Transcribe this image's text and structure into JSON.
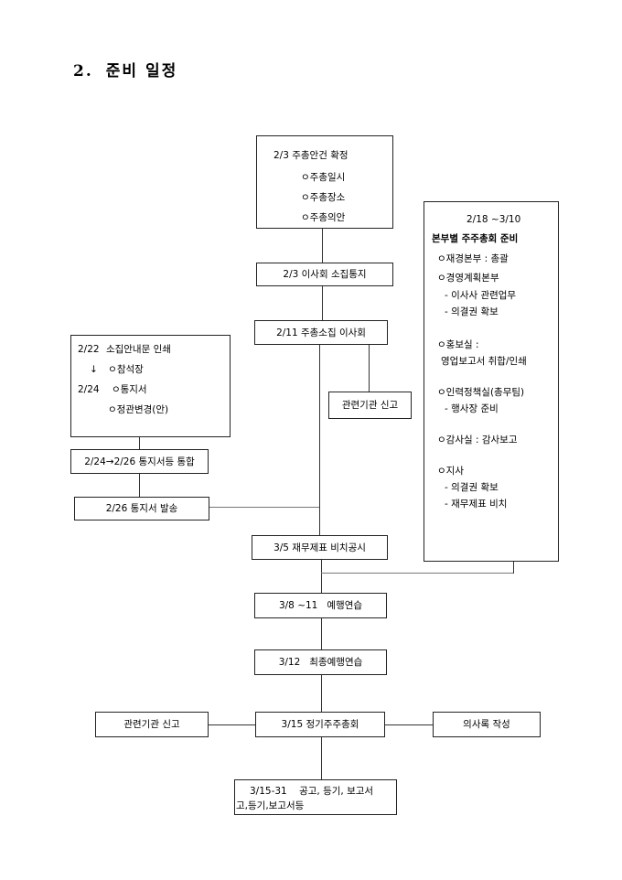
{
  "title": {
    "number": "2.",
    "text": "준비 일정"
  },
  "agenda_box": {
    "heading": "2/3  주총안건 확정",
    "items": [
      "ㅇ주총일시",
      "ㅇ주총장소",
      "ㅇ주총의안"
    ]
  },
  "board_notice": "2/3 이사회 소집통지",
  "board_meeting": "2/11 주총소집 이사회",
  "agency_report_1": "관련기관 신고",
  "print_box": {
    "line1_date": "2/22",
    "line1_text": "소집안내문 인쇄",
    "arrow": "↓",
    "item1": "ㅇ참석장",
    "line3_date": "2/24",
    "item2": "ㅇ통지서",
    "item3": "ㅇ정관변경(안)"
  },
  "merge_box": "2/24→2/26 통지서등 통합",
  "send_box": "2/26 통지서 발송",
  "dept_box": {
    "period": "2/18  ~3/10",
    "heading": "본부별 주주총회 준비",
    "sections": [
      {
        "label": "ㅇ재경본부 : 총괄",
        "subs": []
      },
      {
        "label": "ㅇ경영계획본부",
        "subs": [
          "- 이사사 관련업무",
          "- 의결권 확보"
        ]
      },
      {
        "label": "ㅇ홍보실 :",
        "subs": [
          "영업보고서 취합/인쇄"
        ]
      },
      {
        "label": "ㅇ인력정책실(총무팀)",
        "subs": [
          "- 행사장 준비"
        ]
      },
      {
        "label": "ㅇ감사실 : 감사보고",
        "subs": []
      },
      {
        "label": "ㅇ지사",
        "subs": [
          "- 의결권 확보",
          "- 재무제표 비치"
        ]
      }
    ]
  },
  "financial_box": "3/5 재무제표 비치공시",
  "rehearsal_box": "3/8 ~11   예행연습",
  "final_rehearsal_box": "3/12   최종예행연습",
  "agency_report_2": "관련기관 신고",
  "agm_box": "3/15 정기주주총회",
  "minutes_box": "의사록 작성",
  "post_box": {
    "line1": "3/15-31    공고, 등기, 보고서",
    "line2": "고,등기,보고서등"
  }
}
